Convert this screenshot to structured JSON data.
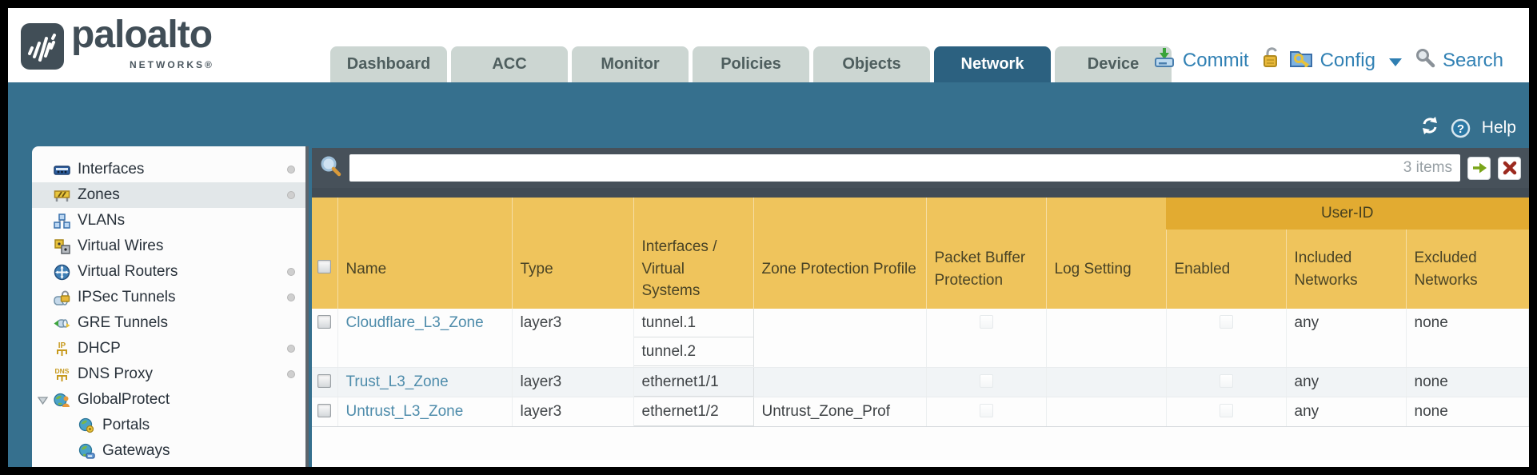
{
  "brand": {
    "name": "paloalto",
    "sub": "NETWORKS®"
  },
  "nav": {
    "tabs": [
      {
        "label": "Dashboard",
        "active": false
      },
      {
        "label": "ACC",
        "active": false
      },
      {
        "label": "Monitor",
        "active": false
      },
      {
        "label": "Policies",
        "active": false
      },
      {
        "label": "Objects",
        "active": false
      },
      {
        "label": "Network",
        "active": true
      },
      {
        "label": "Device",
        "active": false
      }
    ],
    "actions": {
      "commit": "Commit",
      "config": "Config",
      "search": "Search"
    }
  },
  "utilities": {
    "help_label": "Help"
  },
  "sidebar": {
    "items": [
      {
        "label": "Interfaces",
        "icon": "interfaces-icon",
        "dot": true,
        "selected": false
      },
      {
        "label": "Zones",
        "icon": "zones-icon",
        "dot": true,
        "selected": true
      },
      {
        "label": "VLANs",
        "icon": "vlans-icon",
        "dot": false,
        "selected": false
      },
      {
        "label": "Virtual Wires",
        "icon": "virtual-wires-icon",
        "dot": false,
        "selected": false
      },
      {
        "label": "Virtual Routers",
        "icon": "virtual-routers-icon",
        "dot": true,
        "selected": false
      },
      {
        "label": "IPSec Tunnels",
        "icon": "ipsec-tunnels-icon",
        "dot": true,
        "selected": false
      },
      {
        "label": "GRE Tunnels",
        "icon": "gre-tunnels-icon",
        "dot": false,
        "selected": false
      },
      {
        "label": "DHCP",
        "icon": "dhcp-icon",
        "dot": true,
        "selected": false
      },
      {
        "label": "DNS Proxy",
        "icon": "dns-proxy-icon",
        "dot": true,
        "selected": false
      },
      {
        "label": "GlobalProtect",
        "icon": "globalprotect-icon",
        "dot": false,
        "selected": false,
        "expanded": true
      },
      {
        "label": "Portals",
        "icon": "portals-icon",
        "dot": false,
        "selected": false,
        "indent": true
      },
      {
        "label": "Gateways",
        "icon": "gateways-icon",
        "dot": false,
        "selected": false,
        "indent": true
      }
    ]
  },
  "filter": {
    "input_value": "",
    "items_count": "3 items"
  },
  "table": {
    "group_header": "User-ID",
    "columns": [
      "Name",
      "Type",
      "Interfaces / Virtual Systems",
      "Zone Protection Profile",
      "Packet Buffer Protection",
      "Log Setting",
      "Enabled",
      "Included Networks",
      "Excluded Networks"
    ],
    "columns_display": {
      "interfaces": "Interfaces /\nVirtual\nSystems",
      "zone_protection": "Zone Protection Profile",
      "packet_buffer": "Packet Buffer Protection"
    },
    "rows": [
      {
        "name": "Cloudflare_L3_Zone",
        "type": "layer3",
        "interfaces": [
          "tunnel.1",
          "tunnel.2"
        ],
        "zone_protection_profile": "",
        "packet_buffer_protection": false,
        "log_setting": "",
        "enabled": false,
        "included_networks": "any",
        "excluded_networks": "none"
      },
      {
        "name": "Trust_L3_Zone",
        "type": "layer3",
        "interfaces": [
          "ethernet1/1"
        ],
        "zone_protection_profile": "",
        "packet_buffer_protection": false,
        "log_setting": "",
        "enabled": false,
        "included_networks": "any",
        "excluded_networks": "none"
      },
      {
        "name": "Untrust_L3_Zone",
        "type": "layer3",
        "interfaces": [
          "ethernet1/2"
        ],
        "zone_protection_profile": "Untrust_Zone_Prof",
        "packet_buffer_protection": false,
        "log_setting": "",
        "enabled": false,
        "included_networks": "any",
        "excluded_networks": "none"
      }
    ]
  },
  "colors": {
    "teal_band": "#36708e",
    "active_tab": "#2c6180",
    "inactive_tab": "#ccd6d2",
    "filter_bar": "#47515a",
    "header_gold": "#efc45c",
    "user_id_gold": "#e2ab31",
    "link_blue": "#4e8cab",
    "action_blue": "#3181b4",
    "brand_slate": "#414e57",
    "row_alt": "#f1f4f6",
    "commit_green": "#3aa43a",
    "clear_red": "#9c2a1f"
  }
}
